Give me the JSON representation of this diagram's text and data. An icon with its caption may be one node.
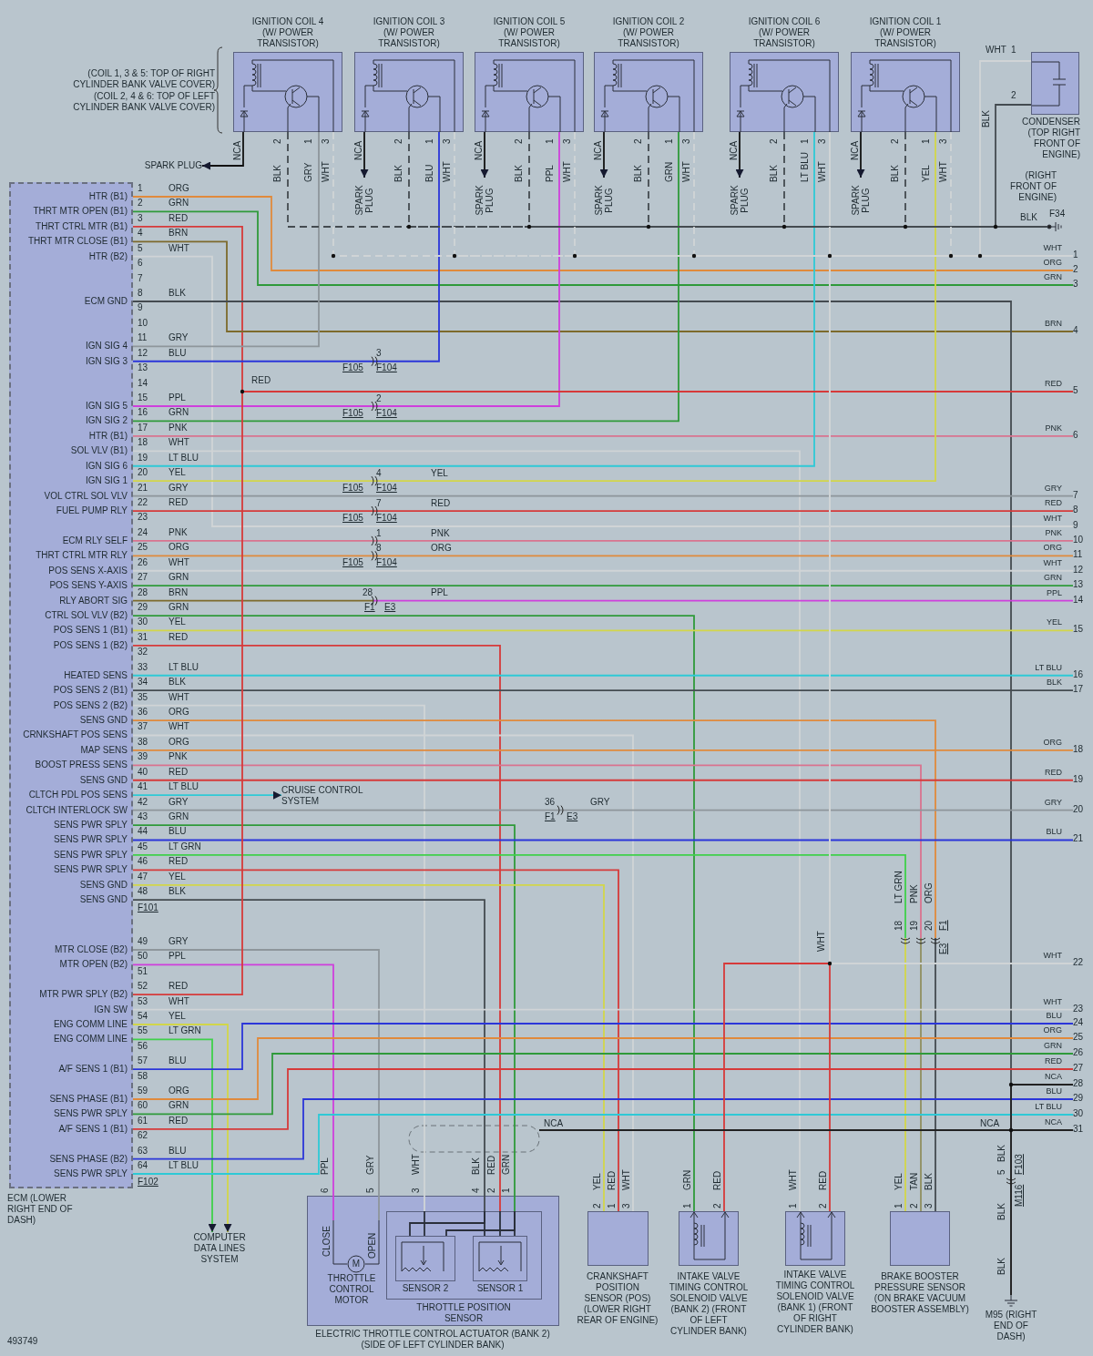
{
  "diagram": {
    "nodes": [
      {
        "text": [
          "IGNITION COIL 4 (W/ POWER TRANSISTOR)"
        ],
        "beside": [
          "NCA",
          "2",
          "BLK",
          "1",
          "GRY",
          "3",
          "WHT"
        ]
      },
      {
        "text": [
          "IGNITION COIL 3 (W/ POWER TRANSISTOR)"
        ],
        "beside": [
          "NCA",
          "2",
          "BLK",
          "1",
          "BLU",
          "3",
          "WHT"
        ]
      },
      {
        "text": [
          "IGNITION COIL 5 (W/ POWER TRANSISTOR)"
        ],
        "beside": [
          "NCA",
          "2",
          "BLK",
          "1",
          "PPL",
          "3",
          "WHT"
        ]
      },
      {
        "text": [
          "IGNITION COIL 2 (W/ POWER TRANSISTOR)"
        ],
        "beside": [
          "NCA",
          "2",
          "BLK",
          "1",
          "GRN",
          "3",
          "WHT"
        ]
      },
      {
        "text": [
          "IGNITION COIL 6 (W/ POWER TRANSISTOR)"
        ],
        "beside": [
          "NCA",
          "2",
          "BLK",
          "1",
          "LT BLU",
          "3",
          "WHT"
        ]
      },
      {
        "text": [
          "IGNITION COIL 1 (W/ POWER TRANSISTOR)"
        ],
        "beside": [
          "NCA",
          "2",
          "BLK",
          "1",
          "YEL",
          "3",
          "WHT"
        ]
      },
      {
        "text": [
          "CONDENSER (TOP RIGHT FRONT OF ENGINE)"
        ],
        "beside": [
          "WHT",
          "1",
          "2",
          "BLK"
        ]
      },
      {
        "text": [
          "SPARK PLUG"
        ]
      },
      {
        "text": [
          "SPARK PLUG"
        ]
      },
      {
        "text": [
          "SPARK PLUG"
        ]
      },
      {
        "text": [
          "SPARK PLUG"
        ]
      },
      {
        "text": [
          "SPARK PLUG"
        ]
      },
      {
        "text": [
          "SPARK PLUG"
        ]
      },
      {
        "text": [
          "F34"
        ],
        "beside": [
          "(RIGHT FRONT OF ENGINE)"
        ]
      },
      {
        "text": [
          "ECM (LOWER RIGHT END OF DASH)",
          "HTR (B1)",
          "THRT MTR OPEN (B1)",
          "THRT CTRL MTR (B1)",
          "THRT MTR CLOSE (B1)",
          "HTR (B2)",
          "ECM GND",
          "IGN SIG 4",
          "IGN SIG 3",
          "IGN SIG 5",
          "IGN SIG 2",
          "HTR (B1)",
          "SOL VLV (B1)",
          "IGN SIG 6",
          "IGN SIG 1",
          "VOL CTRL SOL VLV",
          "FUEL PUMP RLY",
          "ECM RLY SELF",
          "THRT CTRL MTR RLY",
          "POS SENS X-AXIS",
          "POS SENS Y-AXIS",
          "RLY ABORT SIG",
          "CTRL SOL VLV (B2)",
          "POS SENS 1 (B1)",
          "POS SENS 1 (B2)",
          "HEATED SENS",
          "POS SENS 2 (B1)",
          "POS SENS 2 (B2)",
          "SENS GND",
          "CRNKSHAFT POS SENS",
          "MAP SENS",
          "BOOST PRESS SENS",
          "SENS GND",
          "CLTCH PDL POS SENS",
          "CLTCH INTERLOCK SW",
          "SENS PWR SPLY",
          "SENS PWR SPLY",
          "SENS PWR SPLY",
          "SENS PWR SPLY",
          "SENS GND",
          "SENS GND",
          "MTR CLOSE (B2)",
          "MTR OPEN (B2)",
          "MTR PWR SPLY (B2)",
          "IGN SW",
          "ENG COMM LINE",
          "ENG COMM LINE",
          "A/F SENS 1 (B1)",
          "SENS PHASE (B1)",
          "SENS PWR SPLY",
          "A/F SENS 1 (B1)",
          "SENS PHASE (B2)",
          "SENS PWR SPLY"
        ]
      },
      {
        "text": [
          "CRUISE CONTROL SYSTEM"
        ]
      },
      {
        "text": [
          "COMPUTER DATA LINES SYSTEM"
        ]
      },
      {
        "text": [
          "ELECTRIC THROTTLE CONTROL ACTUATOR (BANK 2) (SIDE OF LEFT CYLINDER BANK)"
        ],
        "beside": [
          "6",
          "PPL",
          "5",
          "GRY",
          "3",
          "WHT",
          "4",
          "BLK",
          "2",
          "RED",
          "1",
          "GRN"
        ]
      },
      {
        "text": [
          "CLOSE",
          "OPEN",
          "M",
          "THROTTLE CONTROL MOTOR"
        ],
        "in": 17
      },
      {
        "text": [
          "THROTTLE POSITION SENSOR"
        ],
        "in": 17
      },
      {
        "text": [
          "SENSOR 2"
        ],
        "in": 19
      },
      {
        "text": [
          "SENSOR 1"
        ],
        "in": 19
      },
      {
        "text": [
          "CRANKSHAFT POSITION SENSOR (POS) (LOWER RIGHT REAR OF ENGINE)"
        ],
        "beside": [
          "2",
          "YEL",
          "1",
          "RED",
          "3",
          "WHT"
        ]
      },
      {
        "text": [
          "INTAKE VALVE TIMING CONTROL SOLENOID VALVE (BANK 2) (FRONT OF LEFT CYLINDER BANK)"
        ],
        "beside": [
          "1",
          "GRN",
          "2",
          "RED"
        ]
      },
      {
        "text": [
          "INTAKE VALVE TIMING CONTROL SOLENOID VALVE (BANK 1) (FRONT OF RIGHT CYLINDER BANK)"
        ],
        "beside": [
          "1",
          "WHT",
          "2",
          "RED"
        ]
      },
      {
        "text": [
          "BRAKE BOOSTER PRESSURE SENSOR (ON BRAKE VACUUM BOOSTER ASSEMBLY)"
        ],
        "beside": [
          "1",
          "YEL",
          "2",
          "TAN",
          "3",
          "BLK"
        ]
      },
      {
        "text": [
          "M95 (RIGHT END OF DASH)"
        ]
      },
      {
        "text": [
          "1"
        ],
        "beside": [
          "WHT"
        ]
      },
      {
        "text": [
          "2"
        ],
        "beside": [
          "ORG"
        ]
      },
      {
        "text": [
          "3"
        ],
        "beside": [
          "GRN"
        ]
      },
      {
        "text": [
          "4"
        ],
        "beside": [
          "BRN"
        ]
      },
      {
        "text": [
          "5"
        ],
        "beside": [
          "RED"
        ]
      },
      {
        "text": [
          "6"
        ],
        "beside": [
          "PNK"
        ]
      },
      {
        "text": [
          "7"
        ],
        "beside": [
          "GRY"
        ]
      },
      {
        "text": [
          "8"
        ],
        "beside": [
          "RED"
        ]
      },
      {
        "text": [
          "9"
        ],
        "beside": [
          "WHT"
        ]
      },
      {
        "text": [
          "10"
        ],
        "beside": [
          "PNK"
        ]
      },
      {
        "text": [
          "11"
        ],
        "beside": [
          "ORG"
        ]
      },
      {
        "text": [
          "12"
        ],
        "beside": [
          "WHT"
        ]
      },
      {
        "text": [
          "13"
        ],
        "beside": [
          "GRN"
        ]
      },
      {
        "text": [
          "14"
        ],
        "beside": [
          "PPL"
        ]
      },
      {
        "text": [
          "15"
        ],
        "beside": [
          "YEL"
        ]
      },
      {
        "text": [
          "16"
        ],
        "beside": [
          "LT BLU"
        ]
      },
      {
        "text": [
          "17"
        ],
        "beside": [
          "BLK"
        ]
      },
      {
        "text": [
          "18"
        ],
        "beside": [
          "ORG"
        ]
      },
      {
        "text": [
          "19"
        ],
        "beside": [
          "RED"
        ]
      },
      {
        "text": [
          "20"
        ],
        "beside": [
          "GRY"
        ]
      },
      {
        "text": [
          "21"
        ],
        "beside": [
          "BLU"
        ]
      },
      {
        "text": [
          "22"
        ],
        "beside": [
          "WHT"
        ]
      },
      {
        "text": [
          "23"
        ],
        "beside": [
          "WHT"
        ]
      },
      {
        "text": [
          "24"
        ],
        "beside": [
          "BLU"
        ]
      },
      {
        "text": [
          "25"
        ],
        "beside": [
          "ORG"
        ]
      },
      {
        "text": [
          "26"
        ],
        "beside": [
          "GRN"
        ]
      },
      {
        "text": [
          "27"
        ],
        "beside": [
          "RED"
        ]
      },
      {
        "text": [
          "28"
        ],
        "beside": [
          "NCA"
        ]
      },
      {
        "text": [
          "29"
        ],
        "beside": [
          "BLU"
        ]
      },
      {
        "text": [
          "30"
        ],
        "beside": [
          "LT BLU"
        ]
      },
      {
        "text": [
          "31"
        ],
        "beside": [
          "NCA"
        ]
      }
    ],
    "edges": [
      {
        "from": 14,
        "to": 28,
        "arrow": "none",
        "color": "#e08a3c"
      },
      {
        "from": 14,
        "to": 29,
        "arrow": "none",
        "color": "#2f9a3a"
      },
      {
        "from": 14,
        "to": 31,
        "arrow": "none",
        "color": "#d63a3a"
      },
      {
        "from": 14,
        "to": 30,
        "arrow": "none",
        "color": "#7d6a2c"
      },
      {
        "from": 14,
        "to": 35,
        "arrow": "none",
        "color": "#d0d4d6"
      },
      {
        "from": 14,
        "to": 26,
        "arrow": "none",
        "color": "#444b50"
      },
      {
        "from": 14,
        "to": 0,
        "arrow": "none",
        "color": "#8e969b"
      },
      {
        "from": 14,
        "to": 1,
        "arrow": "none",
        "color": "#2b36d9"
      },
      {
        "from": 14,
        "to": 2,
        "arrow": "none",
        "color": "#cf3fdc"
      },
      {
        "from": 14,
        "to": 3,
        "arrow": "none",
        "color": "#2f9a3a"
      },
      {
        "from": 14,
        "to": 32,
        "arrow": "none",
        "color": "#d9738f"
      },
      {
        "from": 14,
        "to": 24,
        "arrow": "none",
        "color": "#d0d4d6"
      },
      {
        "from": 14,
        "to": 4,
        "arrow": "none",
        "color": "#2ec9d6"
      },
      {
        "from": 14,
        "to": 5,
        "arrow": "none",
        "color": "#d2d64a"
      },
      {
        "from": 14,
        "to": 33,
        "arrow": "none",
        "color": "#8e969b"
      },
      {
        "from": 14,
        "to": 34,
        "arrow": "none",
        "color": "#d63a3a"
      },
      {
        "from": 14,
        "to": 36,
        "arrow": "none",
        "color": "#d9738f"
      },
      {
        "from": 14,
        "to": 37,
        "arrow": "none",
        "color": "#e08a3c"
      },
      {
        "from": 14,
        "to": 38,
        "arrow": "none",
        "color": "#d0d4d6"
      },
      {
        "from": 14,
        "to": 39,
        "arrow": "none",
        "color": "#2f9a3a"
      },
      {
        "from": 14,
        "to": 40,
        "arrow": "none",
        "color": "#7d6a2c"
      },
      {
        "from": 14,
        "to": 23,
        "arrow": "none",
        "color": "#2f9a3a"
      },
      {
        "from": 14,
        "to": 41,
        "arrow": "none",
        "color": "#d2d64a"
      },
      {
        "from": 14,
        "to": 19,
        "arrow": "none",
        "color": "#d63a3a"
      },
      {
        "from": 14,
        "to": 42,
        "arrow": "none",
        "color": "#2ec9d6"
      },
      {
        "from": 14,
        "to": 43,
        "arrow": "none",
        "color": "#444b50"
      },
      {
        "from": 14,
        "to": 19,
        "arrow": "none",
        "color": "#d0d4d6"
      },
      {
        "from": 14,
        "to": 25,
        "arrow": "none",
        "color": "#e08a3c"
      },
      {
        "from": 14,
        "to": 22,
        "arrow": "none",
        "color": "#d0d4d6"
      },
      {
        "from": 14,
        "to": 44,
        "arrow": "none",
        "color": "#e08a3c"
      },
      {
        "from": 14,
        "to": 25,
        "arrow": "none",
        "color": "#d9738f"
      },
      {
        "from": 14,
        "to": 45,
        "arrow": "none",
        "color": "#d63a3a"
      },
      {
        "from": 14,
        "to": 15,
        "arrow": "to",
        "color": "#2ec9d6"
      },
      {
        "from": 14,
        "to": 46,
        "arrow": "none",
        "color": "#8e969b"
      },
      {
        "from": 14,
        "to": 19,
        "arrow": "none",
        "color": "#2f9a3a"
      },
      {
        "from": 14,
        "to": 47,
        "arrow": "none",
        "color": "#2b36d9"
      },
      {
        "from": 14,
        "to": 25,
        "arrow": "none",
        "color": "#3fd04a"
      },
      {
        "from": 14,
        "to": 22,
        "arrow": "none",
        "color": "#d63a3a"
      },
      {
        "from": 14,
        "to": 22,
        "arrow": "none",
        "color": "#d2d64a"
      },
      {
        "from": 14,
        "to": 19,
        "arrow": "none",
        "color": "#444b50"
      },
      {
        "from": 14,
        "to": 18,
        "arrow": "none",
        "color": "#8e969b"
      },
      {
        "from": 14,
        "to": 18,
        "arrow": "none",
        "color": "#cf3fdc"
      },
      {
        "from": 14,
        "to": 31,
        "arrow": "none",
        "color": "#d63a3a"
      },
      {
        "from": 14,
        "to": 49,
        "arrow": "none",
        "color": "#d0d4d6"
      },
      {
        "from": 14,
        "to": 16,
        "arrow": "to",
        "color": "#d2d64a"
      },
      {
        "from": 14,
        "to": 16,
        "arrow": "to",
        "color": "#3fd04a"
      },
      {
        "from": 14,
        "to": 50,
        "arrow": "none",
        "color": "#2b36d9"
      },
      {
        "from": 14,
        "to": 51,
        "arrow": "none",
        "color": "#e08a3c"
      },
      {
        "from": 14,
        "to": 52,
        "arrow": "none",
        "color": "#2f9a3a"
      },
      {
        "from": 14,
        "to": 53,
        "arrow": "none",
        "color": "#d63a3a"
      },
      {
        "from": 14,
        "to": 55,
        "arrow": "none",
        "color": "#2b36d9"
      },
      {
        "from": 14,
        "to": 56,
        "arrow": "none",
        "color": "#2ec9d6"
      },
      {
        "from": 0,
        "to": 7,
        "arrow": "to",
        "color": "#111111"
      },
      {
        "from": 1,
        "to": 8,
        "arrow": "to",
        "color": "#111111"
      },
      {
        "from": 2,
        "to": 9,
        "arrow": "to",
        "color": "#111111"
      },
      {
        "from": 3,
        "to": 10,
        "arrow": "to",
        "color": "#111111"
      },
      {
        "from": 4,
        "to": 11,
        "arrow": "to",
        "color": "#111111"
      },
      {
        "from": 5,
        "to": 12,
        "arrow": "to",
        "color": "#111111"
      },
      {
        "from": 0,
        "to": 13,
        "arrow": "none",
        "style": "dashed",
        "color": "#444b50"
      },
      {
        "from": 1,
        "to": 13,
        "arrow": "none",
        "style": "dashed",
        "color": "#444b50"
      },
      {
        "from": 2,
        "to": 13,
        "arrow": "none",
        "style": "dashed",
        "color": "#444b50"
      },
      {
        "from": 3,
        "to": 13,
        "arrow": "none",
        "style": "dashed",
        "color": "#444b50"
      },
      {
        "from": 4,
        "to": 13,
        "arrow": "none",
        "style": "dashed",
        "color": "#444b50"
      },
      {
        "from": 5,
        "to": 13,
        "arrow": "none",
        "style": "dashed",
        "color": "#444b50"
      },
      {
        "from": 6,
        "to": 13,
        "arrow": "none",
        "color": "#444b50"
      },
      {
        "from": 0,
        "to": 27,
        "arrow": "none",
        "style": "dashed",
        "color": "#d0d4d6"
      },
      {
        "from": 1,
        "to": 27,
        "arrow": "none",
        "style": "dashed",
        "color": "#d0d4d6"
      },
      {
        "from": 2,
        "to": 27,
        "arrow": "none",
        "style": "dashed",
        "color": "#d0d4d6"
      },
      {
        "from": 3,
        "to": 27,
        "arrow": "none",
        "style": "dashed",
        "color": "#d0d4d6"
      },
      {
        "from": 4,
        "to": 27,
        "arrow": "none",
        "style": "dashed",
        "color": "#d0d4d6"
      },
      {
        "from": 5,
        "to": 27,
        "arrow": "none",
        "style": "dashed",
        "color": "#d0d4d6"
      },
      {
        "from": 6,
        "to": 27,
        "arrow": "none",
        "color": "#d0d4d6"
      },
      {
        "from": 4,
        "to": 24,
        "arrow": "none",
        "color": "#d0d4d6"
      },
      {
        "from": 4,
        "to": 23,
        "arrow": "none",
        "color": "#d0d4d6"
      },
      {
        "from": 4,
        "to": 48,
        "arrow": "none",
        "color": "#d0d4d6"
      },
      {
        "from": null,
        "to": 57,
        "arrow": "none",
        "color": "#222222",
        "label": "NCA"
      },
      {
        "from": 26,
        "to": 54,
        "arrow": "none",
        "color": "#222222"
      },
      {
        "from": 19,
        "to": 20,
        "arrow": "none",
        "color": "#2a2f3a"
      },
      {
        "from": 19,
        "to": 20,
        "arrow": "none",
        "color": "#2a2f3a"
      },
      {
        "from": 19,
        "to": 20,
        "arrow": "none",
        "color": "#2a2f3a"
      },
      {
        "from": 19,
        "to": 21,
        "arrow": "none",
        "color": "#2a2f3a"
      },
      {
        "from": 19,
        "to": 21,
        "arrow": "none",
        "color": "#2a2f3a"
      },
      {
        "from": 19,
        "to": 21,
        "arrow": "none",
        "color": "#2a2f3a"
      }
    ],
    "labels": [
      "(COIL 1, 3 & 5: TOP OF RIGHT CYLINDER BANK VALVE COVER)",
      "(COIL 2, 4 & 6: TOP OF LEFT CYLINDER BANK VALVE COVER)",
      "1",
      "ORG",
      "2",
      "GRN",
      "3",
      "RED",
      "4",
      "BRN",
      "5",
      "WHT",
      "6",
      "7",
      "8",
      "BLK",
      "9",
      "10",
      "11",
      "GRY",
      "12",
      "BLU",
      "13",
      "14",
      "15",
      "PPL",
      "16",
      "GRN",
      "17",
      "PNK",
      "18",
      "WHT",
      "19",
      "LT BLU",
      "20",
      "YEL",
      "21",
      "GRY",
      "22",
      "RED",
      "23",
      "24",
      "PNK",
      "25",
      "ORG",
      "26",
      "WHT",
      "27",
      "GRN",
      "28",
      "BRN",
      "29",
      "GRN",
      "30",
      "YEL",
      "31",
      "RED",
      "32",
      "33",
      "LT BLU",
      "34",
      "BLK",
      "35",
      "WHT",
      "36",
      "ORG",
      "37",
      "WHT",
      "38",
      "ORG",
      "39",
      "PNK",
      "40",
      "RED",
      "41",
      "LT BLU",
      "42",
      "GRY",
      "43",
      "GRN",
      "44",
      "BLU",
      "45",
      "LT GRN",
      "46",
      "RED",
      "47",
      "YEL",
      "48",
      "BLK",
      "F101",
      "49",
      "GRY",
      "50",
      "PPL",
      "51",
      "52",
      "RED",
      "53",
      "WHT",
      "54",
      "YEL",
      "55",
      "LT GRN",
      "56",
      "57",
      "BLU",
      "58",
      "59",
      "ORG",
      "60",
      "GRN",
      "61",
      "RED",
      "62",
      "63",
      "BLU",
      "64",
      "LT BLU",
      "F102",
      "BLK",
      "3",
      "F105",
      "F104",
      "RED",
      "2",
      "F105",
      "F104",
      "4",
      "YEL",
      "F105",
      "F104",
      "7",
      "RED",
      "F105",
      "F104",
      "1",
      "PNK",
      "8",
      "ORG",
      "F105",
      "F104",
      "28",
      "PPL",
      "F1",
      "E3",
      "36",
      "GRY",
      "F1",
      "E3",
      "LT GRN",
      "PNK",
      "ORG",
      "18",
      "19",
      "20",
      "F1",
      "E3",
      "WHT",
      "NCA",
      "BLK",
      "5",
      "F103",
      "BLK",
      "M116",
      "BLK",
      "493749"
    ]
  }
}
